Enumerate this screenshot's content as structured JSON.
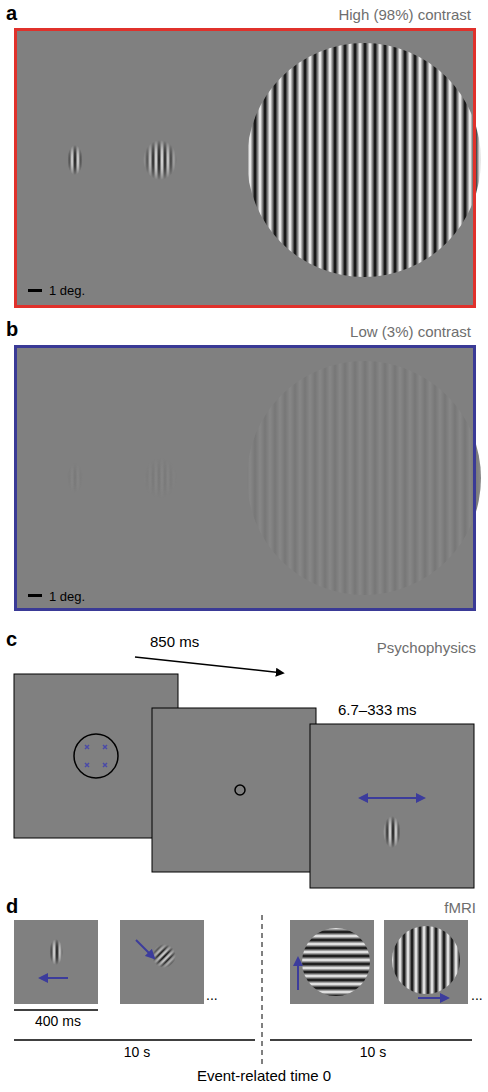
{
  "diagram": {
    "nodes": [
      {
        "text": [
          "High (98%) contrast",
          "1 deg."
        ]
      },
      {
        "text": [
          "Low (3%) contrast",
          "1 deg."
        ]
      }
    ],
    "labels": [
      "a",
      "b",
      "c",
      "850 ms",
      "Psychophysics",
      "6.7–333 ms",
      "d",
      "fMRI",
      "...",
      "400 ms",
      "10 s",
      "...",
      "10 s",
      "Event-related time 0"
    ]
  }
}
